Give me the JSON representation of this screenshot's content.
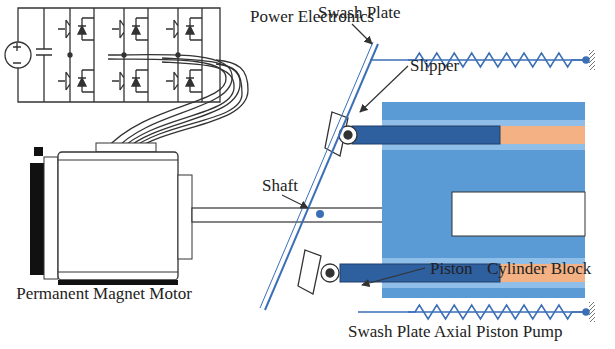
{
  "diagram": {
    "labels": [
      "Power Electronics",
      "Swash Plate",
      "Slipper",
      "Shaft",
      "Piston",
      "Cylinder Block",
      "Permanent Magnet Motor",
      "Swash Plate Axial Piston Pump"
    ]
  }
}
